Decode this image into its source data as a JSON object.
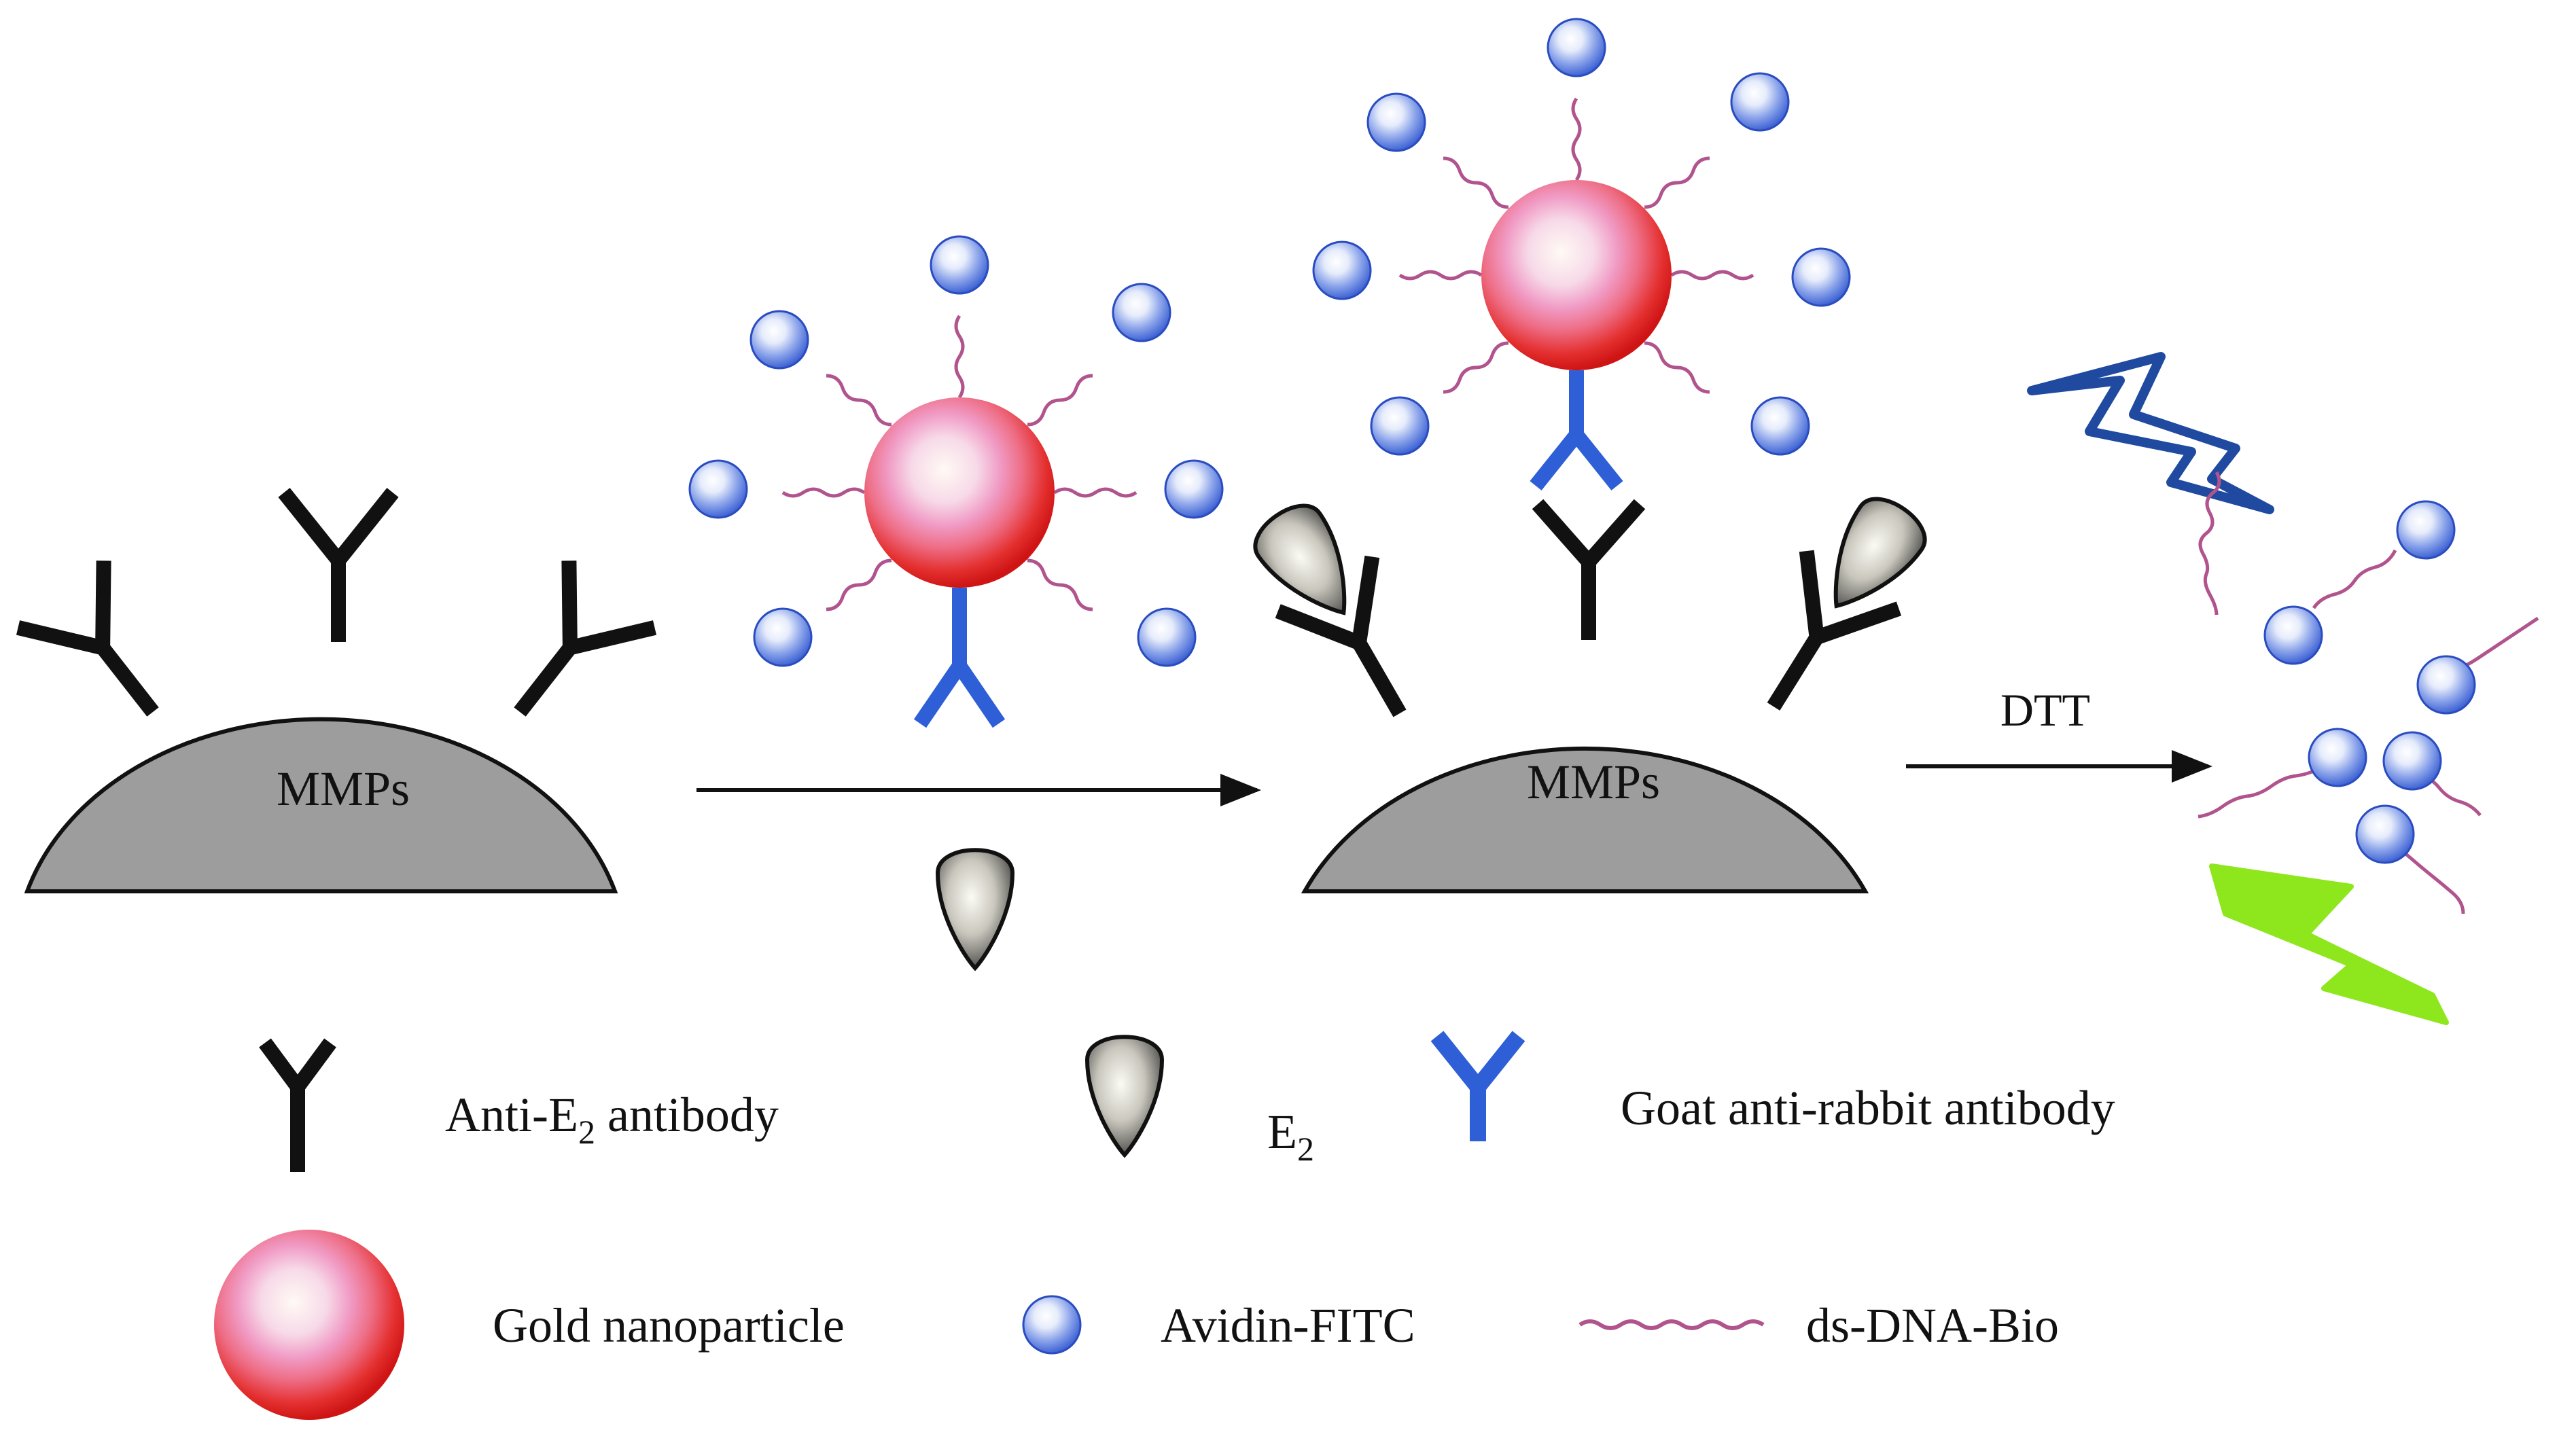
{
  "diagram": {
    "hemispheres": [
      {
        "label": "MMPs"
      },
      {
        "label": "MMPs"
      }
    ],
    "step_arrow": {
      "label": ""
    },
    "dtt_arrow": {
      "label": "DTT"
    }
  },
  "legend": {
    "anti_e2_antibody": {
      "prefix": "Anti-E",
      "subscript": "2",
      "suffix": " antibody"
    },
    "e2": {
      "prefix": "E",
      "subscript": "2"
    },
    "goat_antibody": {
      "label": "Goat anti-rabbit antibody"
    },
    "gold_nanoparticle": {
      "label": "Gold nanoparticle"
    },
    "avidin_fitc": {
      "label": "Avidin-FITC"
    },
    "ds_dna_bio": {
      "label": "ds-DNA-Bio"
    }
  },
  "colors": {
    "mmp_fill": "#9d9d9d",
    "anti_e2_antibody": "#111111",
    "goat_antibody": "#2f5fd6",
    "gold_outer": "#e01818",
    "gold_inner": "#f7d9e8",
    "avidin": "#3a63d8",
    "dna": "#b1548d",
    "flash_blue": "#1f4aa0",
    "flash_green": "#8ee61d"
  },
  "icons": [
    "antibody-icon",
    "e2-drop-icon",
    "gold-nanoparticle-icon",
    "avidin-bead-icon",
    "dna-strand-icon",
    "lightning-icon"
  ]
}
